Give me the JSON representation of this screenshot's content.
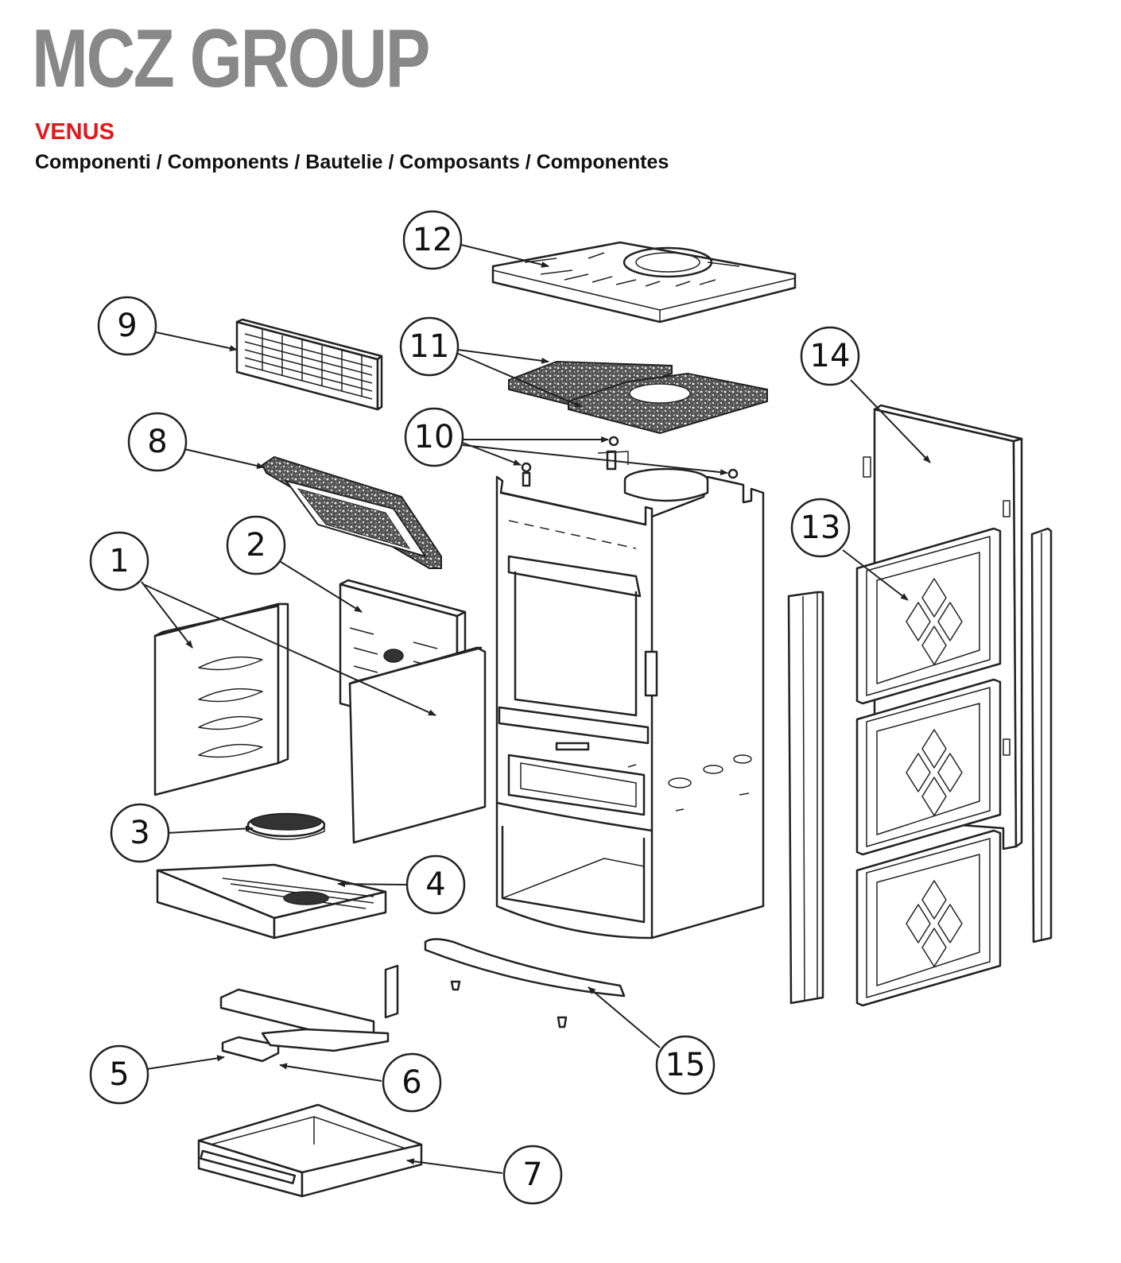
{
  "header": {
    "brand": "MCZ GROUP",
    "model": "VENUS",
    "subtitle": "Componenti / Components / Bautelie / Composants / Componentes"
  },
  "colors": {
    "brand_gray": "#888888",
    "model_red": "#e3181b",
    "line": "#222222"
  },
  "callouts": [
    {
      "id": "1",
      "label": "1"
    },
    {
      "id": "2",
      "label": "2"
    },
    {
      "id": "3",
      "label": "3"
    },
    {
      "id": "4",
      "label": "4"
    },
    {
      "id": "5",
      "label": "5"
    },
    {
      "id": "6",
      "label": "6"
    },
    {
      "id": "7",
      "label": "7"
    },
    {
      "id": "8",
      "label": "8"
    },
    {
      "id": "9",
      "label": "9"
    },
    {
      "id": "10",
      "label": "10"
    },
    {
      "id": "11",
      "label": "11"
    },
    {
      "id": "12",
      "label": "12"
    },
    {
      "id": "13",
      "label": "13"
    },
    {
      "id": "14",
      "label": "14"
    },
    {
      "id": "15",
      "label": "15"
    }
  ]
}
